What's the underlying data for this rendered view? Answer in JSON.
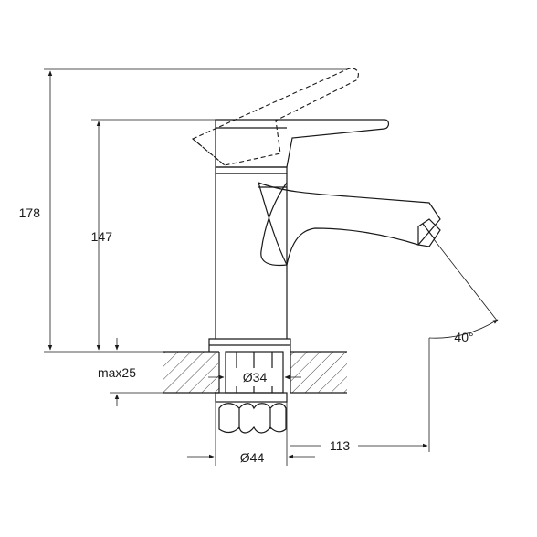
{
  "dimensions": {
    "total_height": "178",
    "spout_height": "147",
    "max_thickness": "max25",
    "inner_diameter": "Ø34",
    "outer_diameter": "Ø44",
    "reach": "113",
    "spray_angle": "40°"
  }
}
